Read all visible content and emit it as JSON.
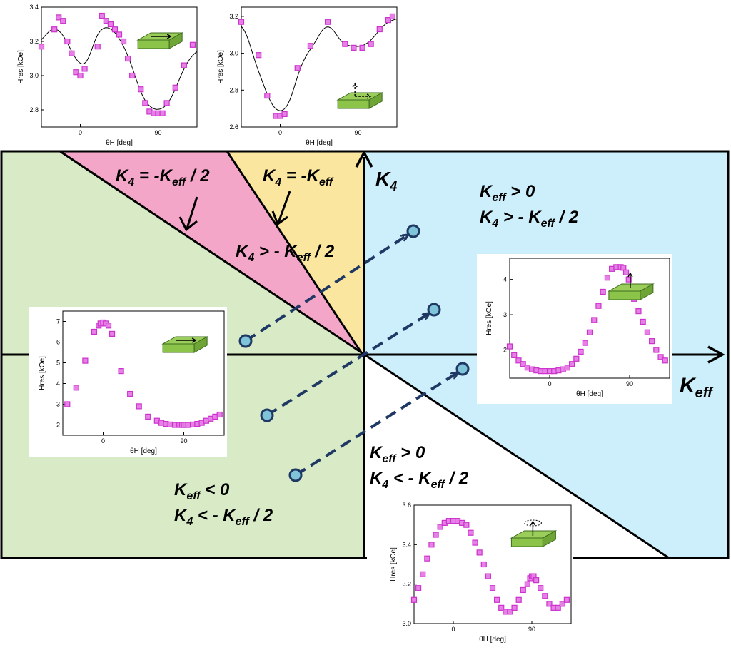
{
  "diagram": {
    "axes": {
      "x_label": "K",
      "x_sub": "eff",
      "y_label": "K",
      "y_sub": "4"
    },
    "boundaries": [
      {
        "text": "K",
        "sub": "4",
        "rest": " = -K",
        "sub2": "eff",
        "tail": " / 2"
      },
      {
        "text": "K",
        "sub": "4",
        "rest": " = -K",
        "sub2": "eff",
        "tail": ""
      }
    ],
    "regions": {
      "pink": {
        "line1": {
          "a": "K",
          "as": "4",
          "b": " > - K",
          "bs": "eff",
          "c": " / 2"
        }
      },
      "blue": {
        "line1": {
          "a": "K",
          "as": "eff",
          "b": " > 0"
        },
        "line2": {
          "a": "K",
          "as": "4",
          "b": " > - K",
          "bs": "eff",
          "c": " / 2"
        }
      },
      "white": {
        "line1": {
          "a": "K",
          "as": "eff",
          "b": " > 0"
        },
        "line2": {
          "a": "K",
          "as": "4",
          "b": " < - K",
          "bs": "eff",
          "c": " / 2"
        }
      },
      "green": {
        "line1": {
          "a": "K",
          "as": "eff",
          "b": " < 0"
        },
        "line2": {
          "a": "K",
          "as": "4",
          "b": " < - K",
          "bs": "eff",
          "c": " / 2"
        }
      }
    },
    "colors": {
      "green": "#d8ebc6",
      "pink": "#f4a6c8",
      "yellow": "#fbe6a0",
      "blue": "#cdeefb",
      "marker": "#cc33cc",
      "arrow": "#1f3864",
      "dot": "#7fc4d8"
    }
  },
  "insets": [
    {
      "id": "top-left",
      "xlabel": "θH [deg]",
      "ylabel": "Hres [kOe]",
      "yticks": [
        "3.4",
        "3.2",
        "3.0",
        "2.8"
      ],
      "xticks": [
        "0",
        "90"
      ],
      "magnetization": "in-plane",
      "has_fit": true
    },
    {
      "id": "top-right",
      "xlabel": "θH [deg]",
      "ylabel": "Hres [kOe]",
      "yticks": [
        "3.2",
        "3.0",
        "2.8",
        "2.6"
      ],
      "xticks": [
        "0",
        "90"
      ],
      "magnetization": "canted",
      "has_fit": true
    },
    {
      "id": "left",
      "xlabel": "θH [deg]",
      "ylabel": "Hres [kOe]",
      "yticks": [
        "7",
        "6",
        "5",
        "4",
        "3",
        "2"
      ],
      "xticks": [
        "0",
        "90"
      ],
      "magnetization": "in-plane",
      "has_fit": false
    },
    {
      "id": "right",
      "xlabel": "θH [deg]",
      "ylabel": "Hres [kOe]",
      "yticks": [
        "4",
        "3",
        "2"
      ],
      "xticks": [
        "0",
        "90"
      ],
      "magnetization": "perpendicular",
      "has_fit": false
    },
    {
      "id": "bottom",
      "xlabel": "θH [deg]",
      "ylabel": "Hres [kOe]",
      "yticks": [
        "3.6",
        "3.4",
        "3.2",
        "3.0"
      ],
      "xticks": [
        "0",
        "90"
      ],
      "magnetization": "easy-cone",
      "has_fit": false
    }
  ],
  "chart_data": [
    {
      "type": "scatter",
      "xlabel": "θH [deg]",
      "ylabel": "Hres [kOe]",
      "xlim": [
        -45,
        135
      ],
      "ylim": [
        2.7,
        3.4
      ],
      "series": [
        {
          "x": [
            -45,
            -30,
            -25,
            -20,
            -15,
            -10,
            -5,
            0,
            5,
            20,
            25,
            30,
            35,
            40,
            45,
            50,
            55,
            60,
            70,
            75,
            80,
            85,
            90,
            95,
            100,
            110,
            120,
            130
          ],
          "values": [
            3.17,
            3.27,
            3.34,
            3.32,
            3.2,
            3.13,
            3.02,
            3.0,
            3.04,
            3.17,
            3.35,
            3.32,
            3.3,
            3.27,
            3.24,
            3.2,
            3.1,
            3.0,
            2.92,
            2.84,
            2.79,
            2.78,
            2.78,
            2.78,
            2.84,
            2.93,
            3.06,
            3.18
          ]
        }
      ]
    },
    {
      "type": "scatter",
      "xlabel": "θH [deg]",
      "ylabel": "Hres [kOe]",
      "xlim": [
        -45,
        135
      ],
      "ylim": [
        2.6,
        3.25
      ],
      "series": [
        {
          "x": [
            -45,
            -25,
            -15,
            -5,
            0,
            5,
            20,
            35,
            55,
            75,
            85,
            95,
            105,
            115,
            125,
            130
          ],
          "values": [
            3.17,
            2.99,
            2.77,
            2.66,
            2.66,
            2.67,
            2.92,
            3.04,
            3.17,
            3.05,
            3.03,
            3.03,
            3.05,
            3.13,
            3.18,
            3.2
          ]
        }
      ]
    },
    {
      "type": "scatter",
      "xlabel": "θH [deg]",
      "ylabel": "Hres [kOe]",
      "xlim": [
        -45,
        135
      ],
      "ylim": [
        1.5,
        7.5
      ],
      "series": [
        {
          "x": [
            -40,
            -30,
            -20,
            -10,
            -5,
            -3,
            0,
            3,
            6,
            10,
            20,
            30,
            40,
            50,
            60,
            65,
            70,
            75,
            80,
            85,
            88,
            90,
            92,
            95,
            100,
            105,
            110,
            115,
            120,
            125,
            130
          ],
          "values": [
            3.0,
            3.8,
            5.1,
            6.5,
            6.8,
            6.9,
            6.95,
            6.9,
            6.8,
            6.4,
            4.6,
            3.5,
            2.9,
            2.4,
            2.2,
            2.1,
            2.05,
            2.02,
            2.0,
            2.0,
            2.0,
            2.0,
            2.0,
            2.0,
            2.02,
            2.05,
            2.1,
            2.2,
            2.3,
            2.4,
            2.5
          ]
        }
      ]
    },
    {
      "type": "scatter",
      "xlabel": "θH [deg]",
      "ylabel": "Hres [kOe]",
      "xlim": [
        -45,
        135
      ],
      "ylim": [
        1.2,
        4.6
      ],
      "series": [
        {
          "x": [
            -45,
            -40,
            -35,
            -30,
            -25,
            -20,
            -15,
            -10,
            -5,
            0,
            5,
            10,
            15,
            20,
            25,
            30,
            35,
            40,
            45,
            50,
            55,
            60,
            65,
            70,
            75,
            80,
            83,
            86,
            89,
            92,
            95,
            100,
            105,
            110,
            115,
            120,
            125,
            130
          ],
          "values": [
            2.1,
            1.85,
            1.7,
            1.6,
            1.5,
            1.45,
            1.42,
            1.4,
            1.4,
            1.4,
            1.4,
            1.42,
            1.45,
            1.5,
            1.6,
            1.75,
            1.95,
            2.2,
            2.5,
            2.85,
            3.25,
            3.65,
            4.05,
            4.3,
            4.35,
            4.35,
            4.33,
            4.2,
            4.0,
            3.75,
            3.45,
            3.1,
            2.8,
            2.5,
            2.25,
            2.0,
            1.8,
            1.7
          ]
        }
      ]
    },
    {
      "type": "scatter",
      "xlabel": "θH [deg]",
      "ylabel": "Hres [kOe]",
      "xlim": [
        -45,
        135
      ],
      "ylim": [
        3.0,
        3.6
      ],
      "series": [
        {
          "x": [
            -45,
            -40,
            -35,
            -30,
            -25,
            -20,
            -15,
            -10,
            -5,
            0,
            5,
            10,
            15,
            20,
            25,
            30,
            35,
            40,
            45,
            50,
            55,
            60,
            65,
            70,
            75,
            80,
            85,
            88,
            90,
            92,
            95,
            100,
            105,
            110,
            115,
            120,
            125,
            130
          ],
          "values": [
            3.12,
            3.18,
            3.25,
            3.33,
            3.4,
            3.45,
            3.49,
            3.51,
            3.52,
            3.52,
            3.52,
            3.51,
            3.5,
            3.46,
            3.41,
            3.36,
            3.3,
            3.24,
            3.18,
            3.12,
            3.08,
            3.06,
            3.06,
            3.08,
            3.12,
            3.17,
            3.2,
            3.23,
            3.24,
            3.24,
            3.22,
            3.18,
            3.14,
            3.1,
            3.08,
            3.08,
            3.1,
            3.12
          ]
        }
      ]
    }
  ]
}
